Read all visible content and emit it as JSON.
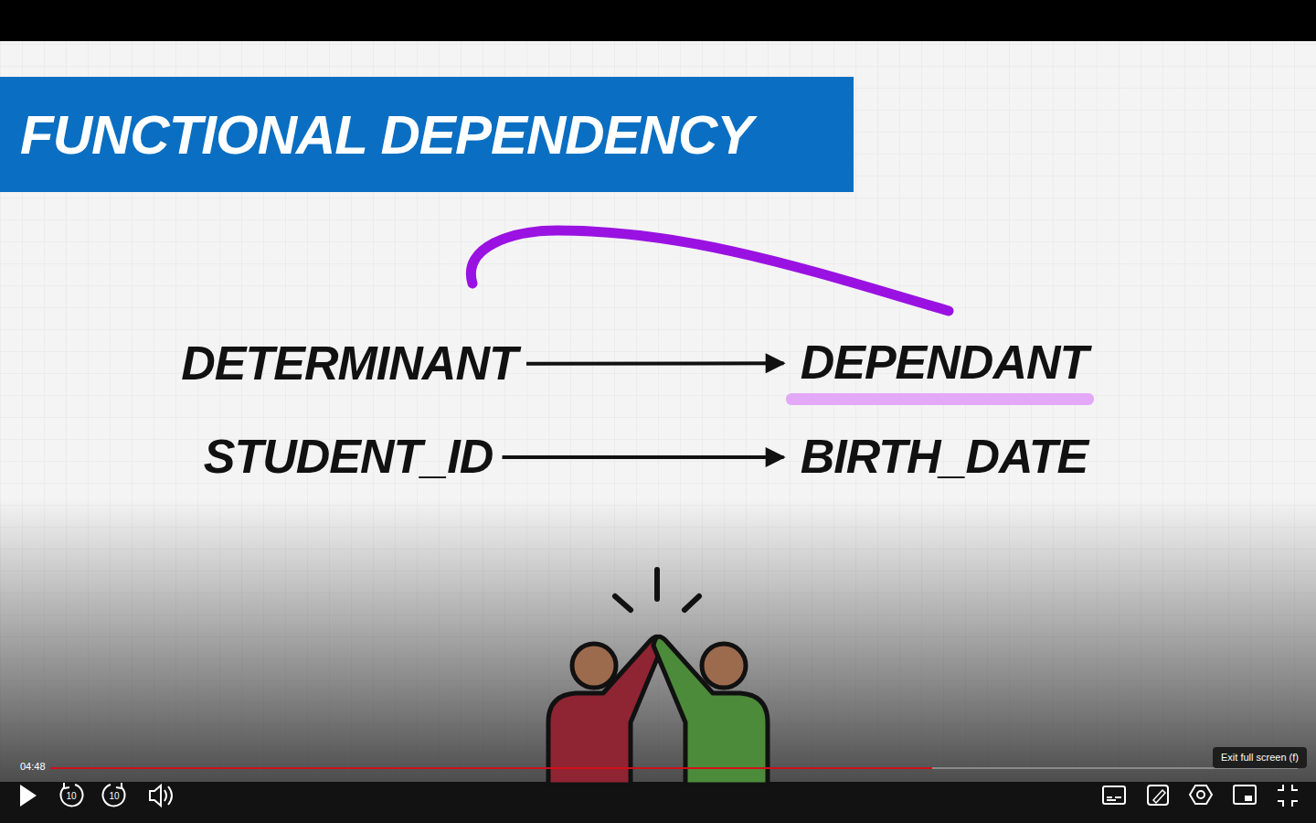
{
  "diagram": {
    "title": "FUNCTIONAL DEPENDENCY",
    "nodes": [
      {
        "text": [
          "DETERMINANT"
        ]
      },
      {
        "text": [
          "DEPENDANT"
        ]
      },
      {
        "text": [
          "STUDENT_ID"
        ]
      },
      {
        "text": [
          "BIRTH_DATE"
        ]
      }
    ],
    "edges": [
      {
        "from": 0,
        "to": 1,
        "arrow": "to"
      },
      {
        "from": 2,
        "to": 3,
        "arrow": "to"
      }
    ],
    "labels": [
      "04:48",
      "Exit full screen (f)",
      "10",
      "10"
    ]
  }
}
